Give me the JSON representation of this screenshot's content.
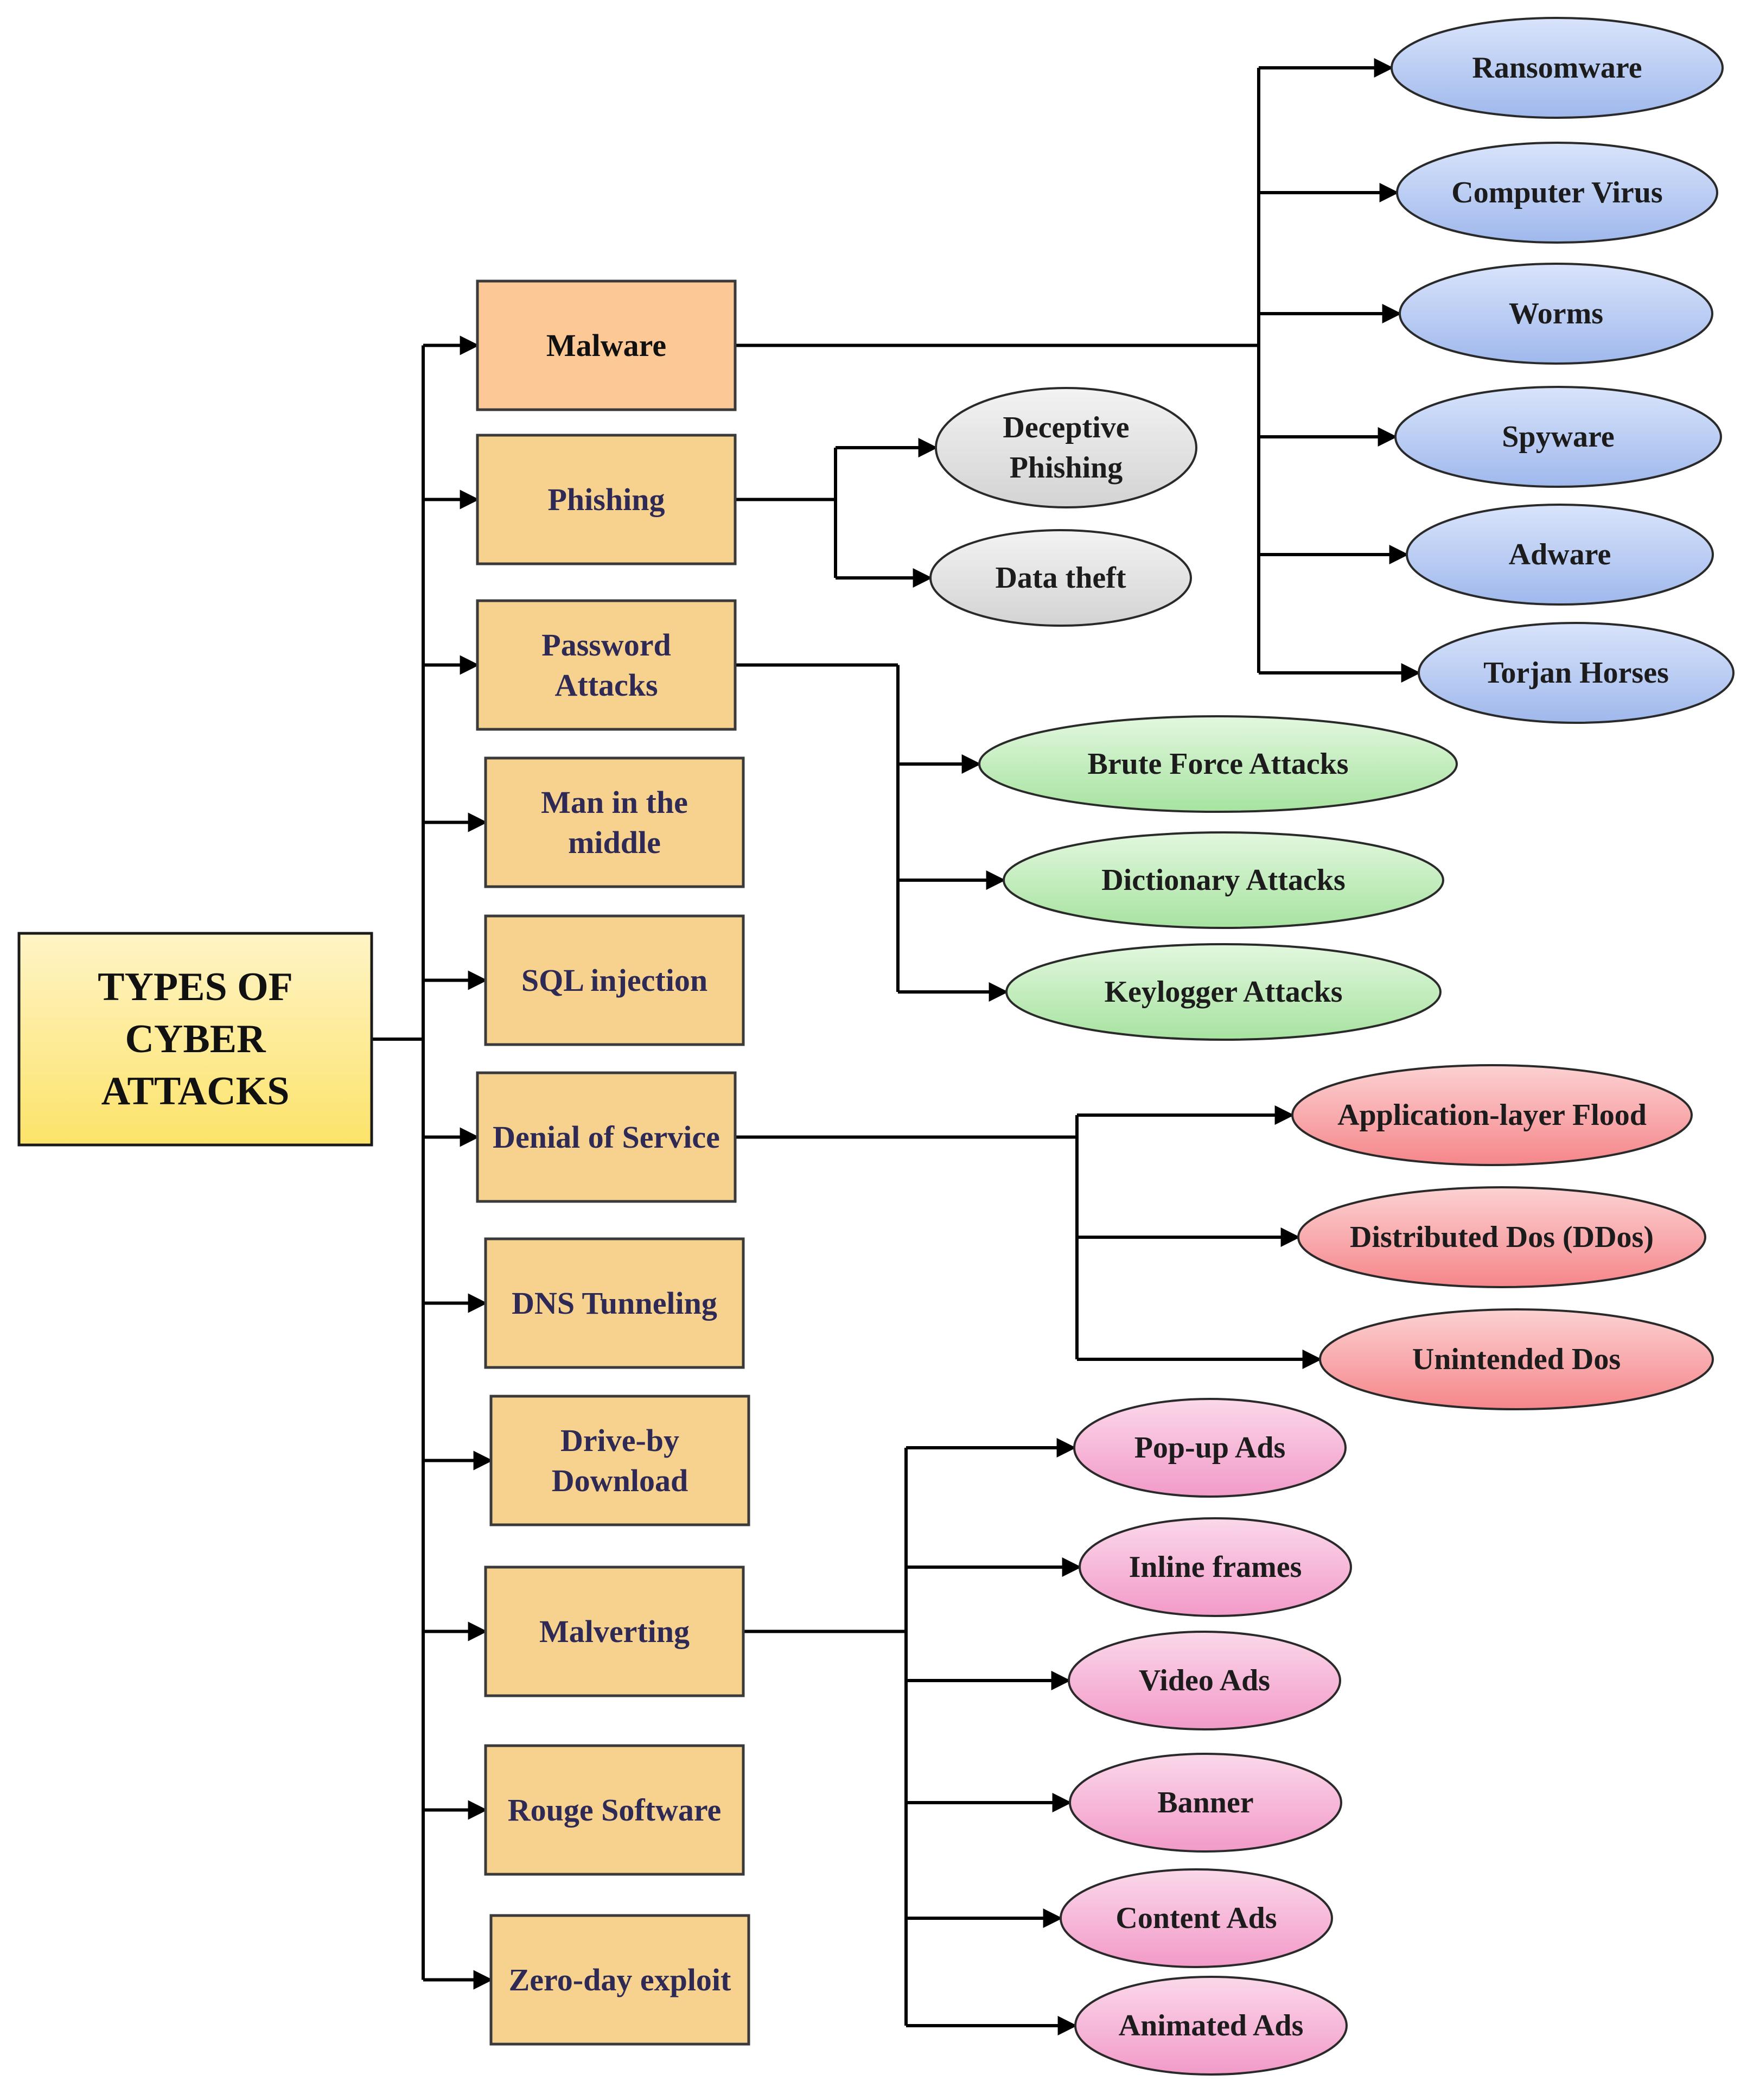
{
  "root": {
    "label": "TYPES OF CYBER ATTACKS",
    "lines": [
      "TYPES OF",
      "CYBER",
      "ATTACKS"
    ]
  },
  "colors": {
    "root_fill": "#fce36a",
    "category_fill": "#f6d28e",
    "malware_fill": "#fbc896",
    "malware_leaves": "#9fb8ec",
    "phishing_leaves": "#d3d3d3",
    "password_leaves": "#a7e3a0",
    "dos_leaves": "#f5868a",
    "malverting_leaves": "#f29ac8",
    "lines": "#000000"
  },
  "categories": [
    {
      "id": "malware",
      "label": "Malware",
      "lines": [
        "Malware"
      ],
      "children": [
        {
          "label": "Ransomware"
        },
        {
          "label": "Computer Virus"
        },
        {
          "label": "Worms"
        },
        {
          "label": "Spyware"
        },
        {
          "label": "Adware"
        },
        {
          "label": "Torjan Horses"
        }
      ]
    },
    {
      "id": "phishing",
      "label": "Phishing",
      "lines": [
        "Phishing"
      ],
      "children": [
        {
          "label": "Deceptive Phishing",
          "lines": [
            "Deceptive",
            "Phishing"
          ]
        },
        {
          "label": "Data theft"
        }
      ]
    },
    {
      "id": "password",
      "label": "Password Attacks",
      "lines": [
        "Password",
        "Attacks"
      ],
      "children": [
        {
          "label": "Brute Force Attacks"
        },
        {
          "label": "Dictionary Attacks"
        },
        {
          "label": "Keylogger Attacks"
        }
      ]
    },
    {
      "id": "mitm",
      "label": "Man in the middle",
      "lines": [
        "Man in the",
        "middle"
      ],
      "children": []
    },
    {
      "id": "sql",
      "label": "SQL injection",
      "lines": [
        "SQL injection"
      ],
      "children": []
    },
    {
      "id": "dos",
      "label": "Denial of Service",
      "lines": [
        "Denial of Service"
      ],
      "children": [
        {
          "label": "Application-layer Flood"
        },
        {
          "label": "Distributed Dos (DDos)"
        },
        {
          "label": "Unintended Dos"
        }
      ]
    },
    {
      "id": "dns",
      "label": "DNS Tunneling",
      "lines": [
        "DNS Tunneling"
      ],
      "children": []
    },
    {
      "id": "driveby",
      "label": "Drive-by Download",
      "lines": [
        "Drive-by",
        "Download"
      ],
      "children": []
    },
    {
      "id": "malverting",
      "label": "Malverting",
      "lines": [
        "Malverting"
      ],
      "children": [
        {
          "label": "Pop-up Ads"
        },
        {
          "label": "Inline frames"
        },
        {
          "label": "Video Ads"
        },
        {
          "label": "Banner"
        },
        {
          "label": "Content Ads"
        },
        {
          "label": "Animated Ads"
        }
      ]
    },
    {
      "id": "rouge",
      "label": "Rouge Software",
      "lines": [
        "Rouge Software"
      ],
      "children": []
    },
    {
      "id": "zeroday",
      "label": "Zero-day exploit",
      "lines": [
        "Zero-day exploit"
      ],
      "children": []
    }
  ]
}
